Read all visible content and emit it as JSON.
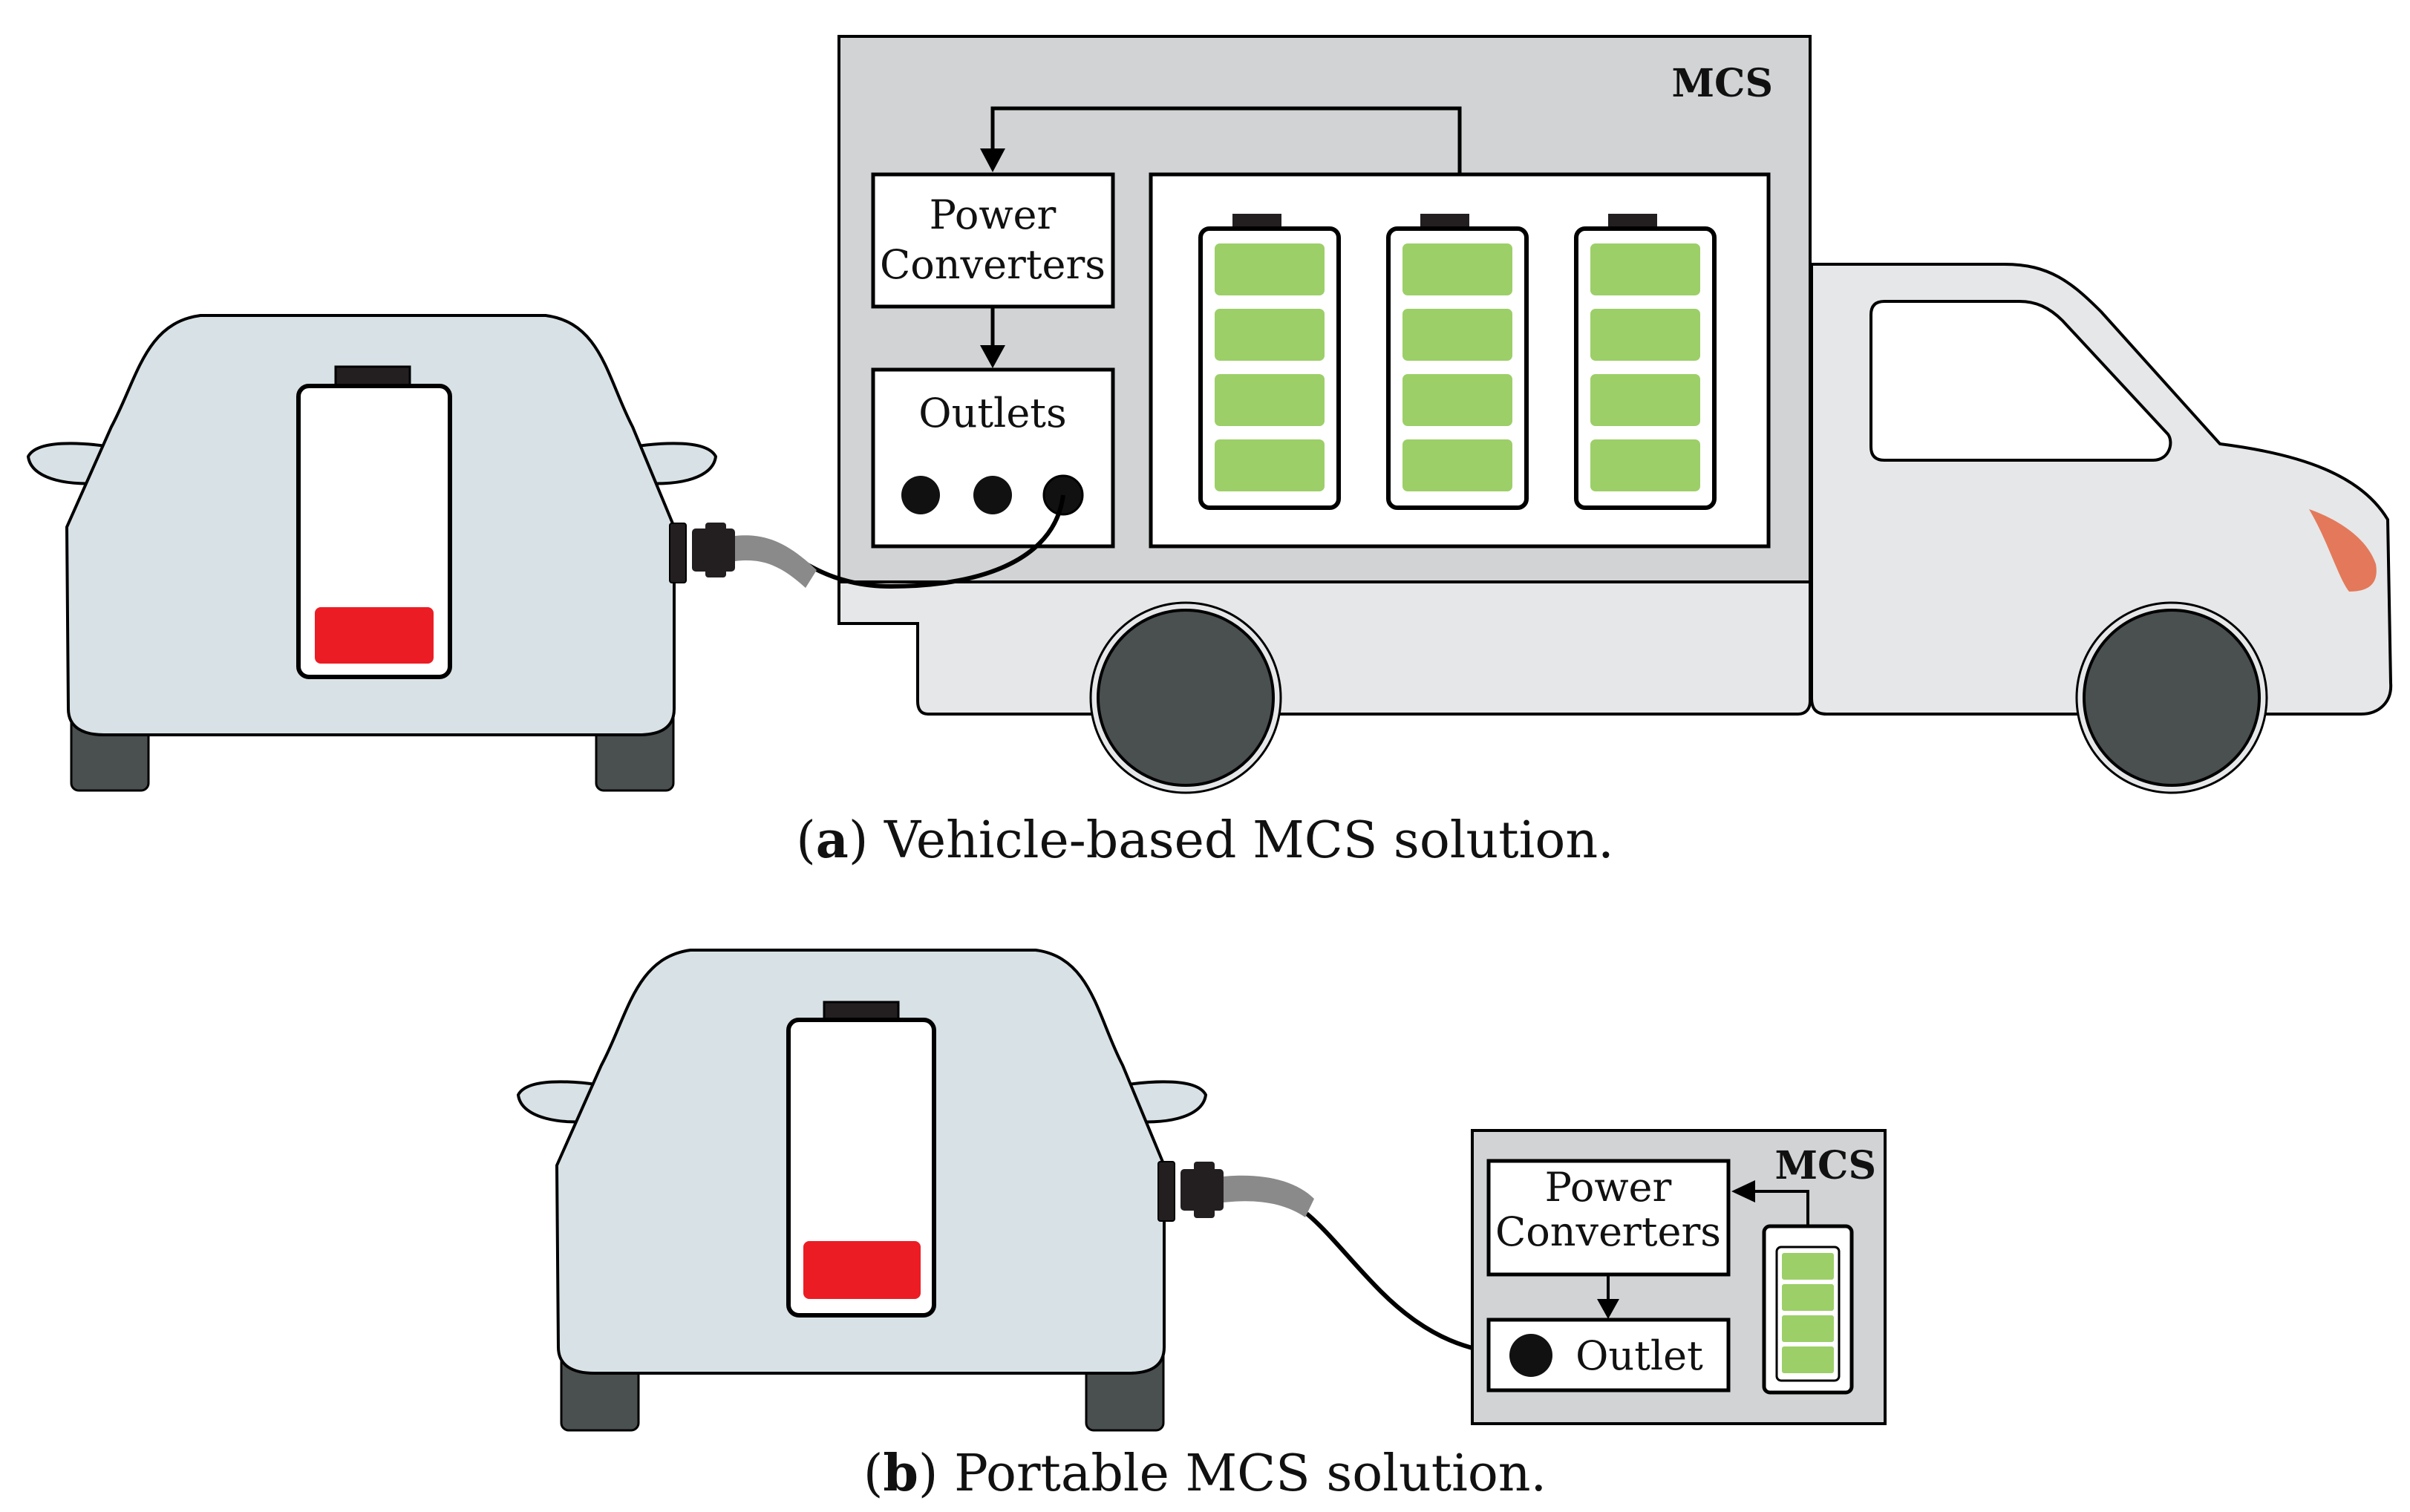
{
  "panel_a": {
    "mcs_label": "MCS",
    "power_converters_line1": "Power",
    "power_converters_line2": "Converters",
    "outlets_label": "Outlets",
    "caption_letter": "a",
    "caption_text": "Vehicle-based MCS solution."
  },
  "panel_b": {
    "mcs_label": "MCS",
    "power_converters_line1": "Power",
    "power_converters_line2": "Converters",
    "outlet_label": "Outlet",
    "caption_letter": "b",
    "caption_text": "Portable MCS solution."
  },
  "colors": {
    "car_body": "#d8e2e6",
    "tire": "#4a4f50",
    "battery_full": "#9ccf68",
    "battery_low": "#ec1c24",
    "mcs_box": "#d1d3d4",
    "truck_body": "#e6e7e8",
    "headlight": "#e3795a",
    "cable_sleeve": "#8a8a8a"
  }
}
